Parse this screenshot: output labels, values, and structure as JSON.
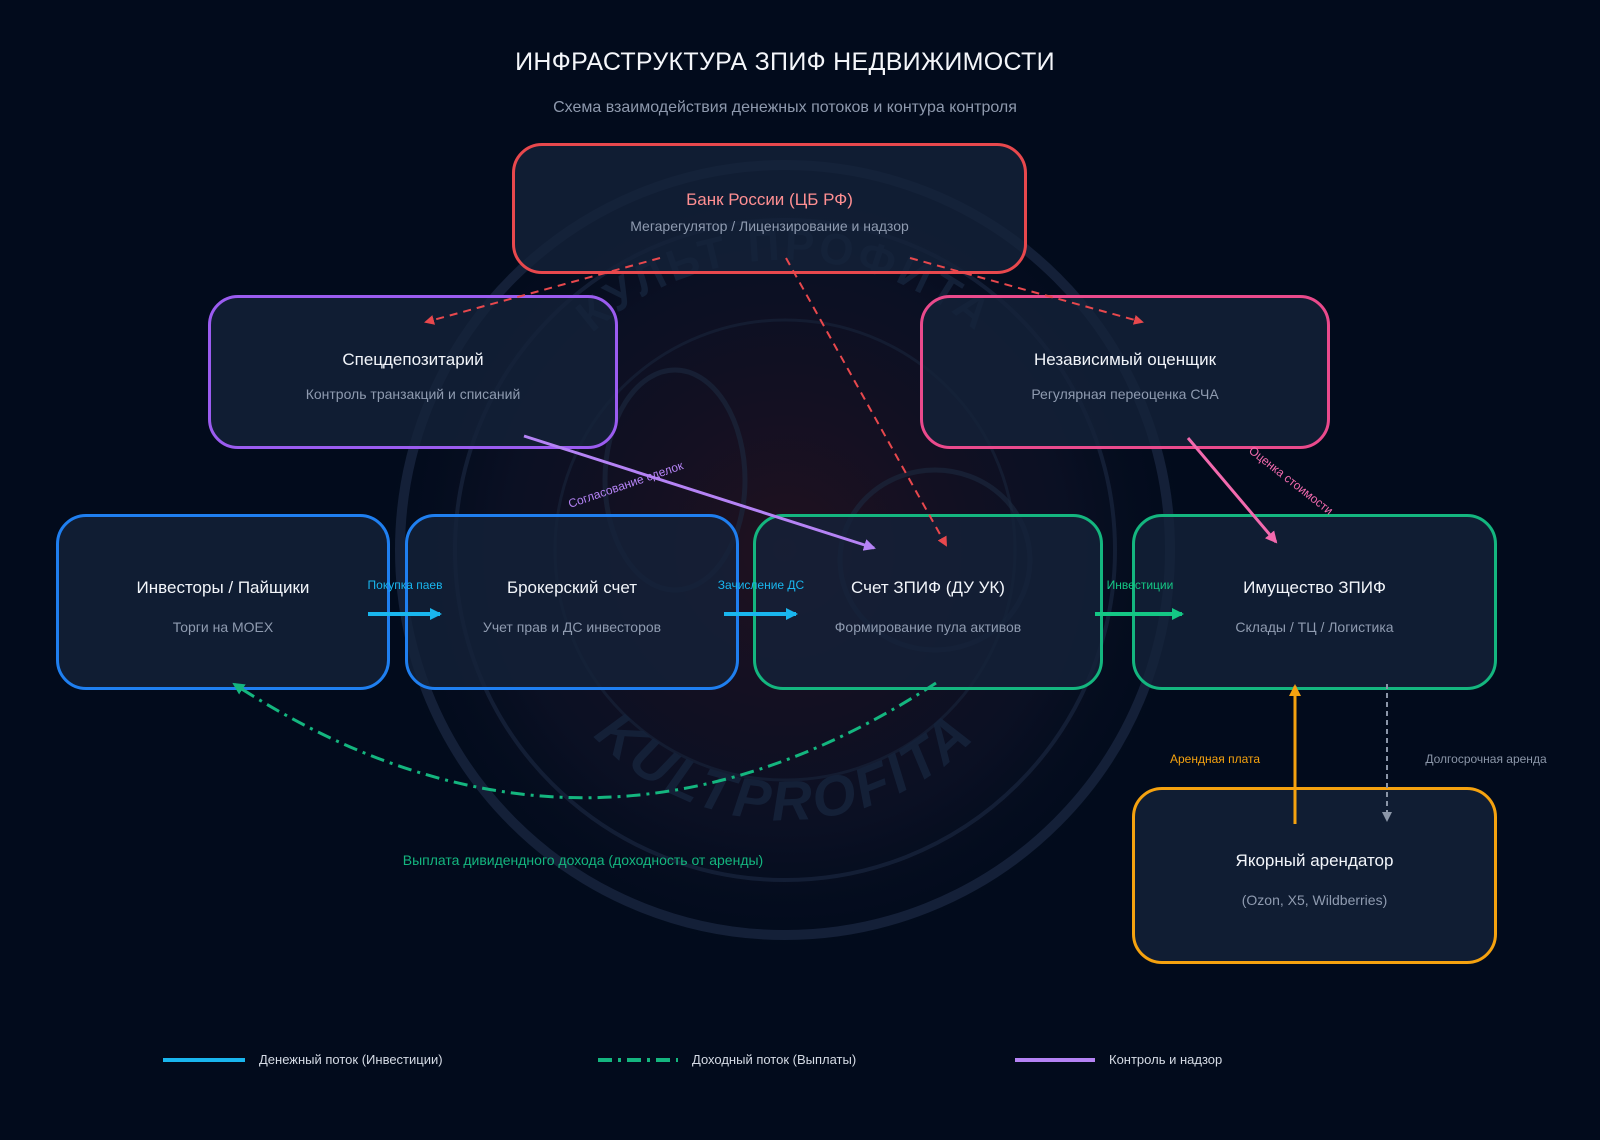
{
  "header": {
    "title": "ИНФРАСТРУКТУРА ЗПИФ НЕДВИЖИМОСТИ",
    "subtitle": "Схема взаимодействия денежных потоков и контура контроля"
  },
  "watermark": {
    "top_text": "КУЛЬТ ПРОФИТА",
    "bottom_text": "KULTPROFITA"
  },
  "nodes": {
    "cbr": {
      "name": "Банк России (ЦБ РФ)",
      "desc": "Мегарегулятор / Лицензирование и надзор",
      "color": "#e8484d"
    },
    "specdep": {
      "name": "Спецдепозитарий",
      "desc": "Контроль транзакций и списаний",
      "color": "#9b5cf0"
    },
    "appraiser": {
      "name": "Независимый оценщик",
      "desc": "Регулярная переоценка СЧА",
      "color": "#ea4a8c"
    },
    "investors": {
      "name": "Инвесторы / Пайщики",
      "desc": "Торги на MOEX",
      "color": "#1f7ff0"
    },
    "broker": {
      "name": "Брокерский счет",
      "desc": "Учет прав и ДС инвесторов",
      "color": "#1f7ff0"
    },
    "zpif_account": {
      "name": "Счет ЗПИФ (ДУ УК)",
      "desc": "Формирование пула активов",
      "color": "#14b67f"
    },
    "property": {
      "name": "Имущество ЗПИФ",
      "desc": "Склады / ТЦ / Логистика",
      "color": "#14b67f"
    },
    "tenant": {
      "name": "Якорный арендатор",
      "desc": "(Ozon, X5, Wildberries)",
      "color": "#f5a20f"
    }
  },
  "edges": {
    "purchase": {
      "label": "Покупка паев",
      "color": "#19b6ee"
    },
    "crediting": {
      "label": "Зачисление ДС",
      "color": "#19b6ee"
    },
    "investments": {
      "label": "Инвестиции",
      "color": "#14c784"
    },
    "approval": {
      "label": "Согласование сделок",
      "color": "#b583f5"
    },
    "valuation": {
      "label": "Оценка стоимости",
      "color": "#f26aae"
    },
    "rent": {
      "label": "Арендная плата",
      "color": "#f5a20f"
    },
    "long_lease": {
      "label": "Долгосрочная аренда",
      "color": "#8b96a8"
    },
    "dividends": {
      "label": "Выплата дивидендного дохода (доходность от аренды)",
      "color": "#14b67f"
    },
    "regulation_color": "#e8484d"
  },
  "legend": {
    "money": {
      "label": "Денежный поток (Инвестиции)",
      "color": "#19b6ee"
    },
    "income": {
      "label": "Доходный поток (Выплаты)",
      "color": "#14b67f"
    },
    "control": {
      "label": "Контроль и надзор",
      "color": "#b583f5"
    }
  }
}
